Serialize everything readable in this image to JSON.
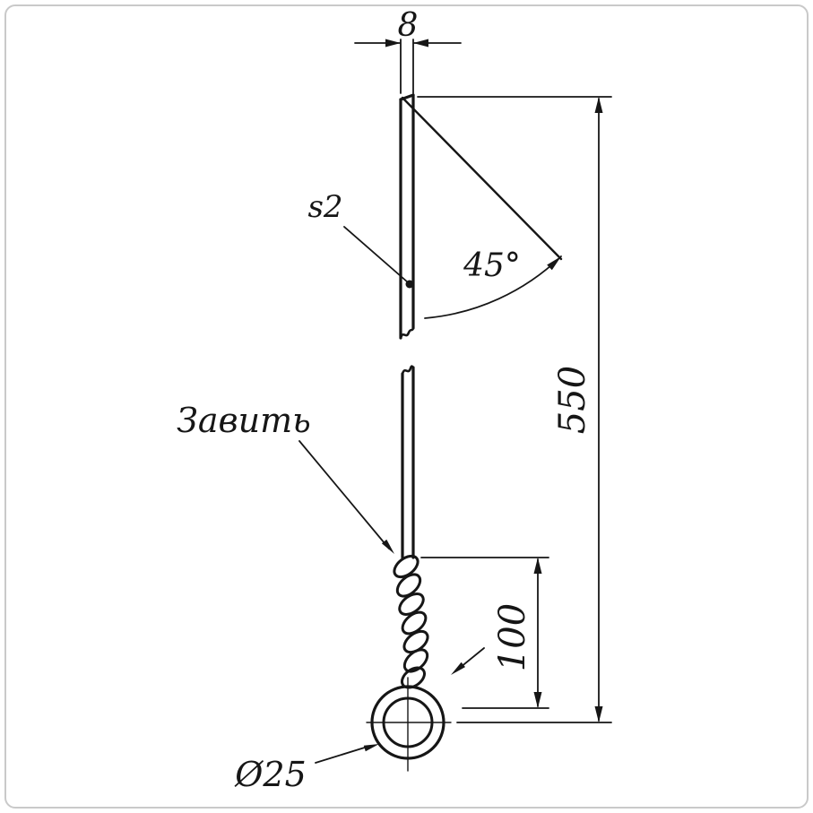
{
  "page": {
    "background": "#ffffff",
    "frame_color": "#c9c9c9",
    "line_color": "#161616"
  },
  "annotations": {
    "width_dim": "8",
    "thickness_label": "s2",
    "angle_label": "45°",
    "overall_length": "550",
    "twist_note": "Завить",
    "twist_length": "100",
    "ring_diameter": "Ø25"
  }
}
